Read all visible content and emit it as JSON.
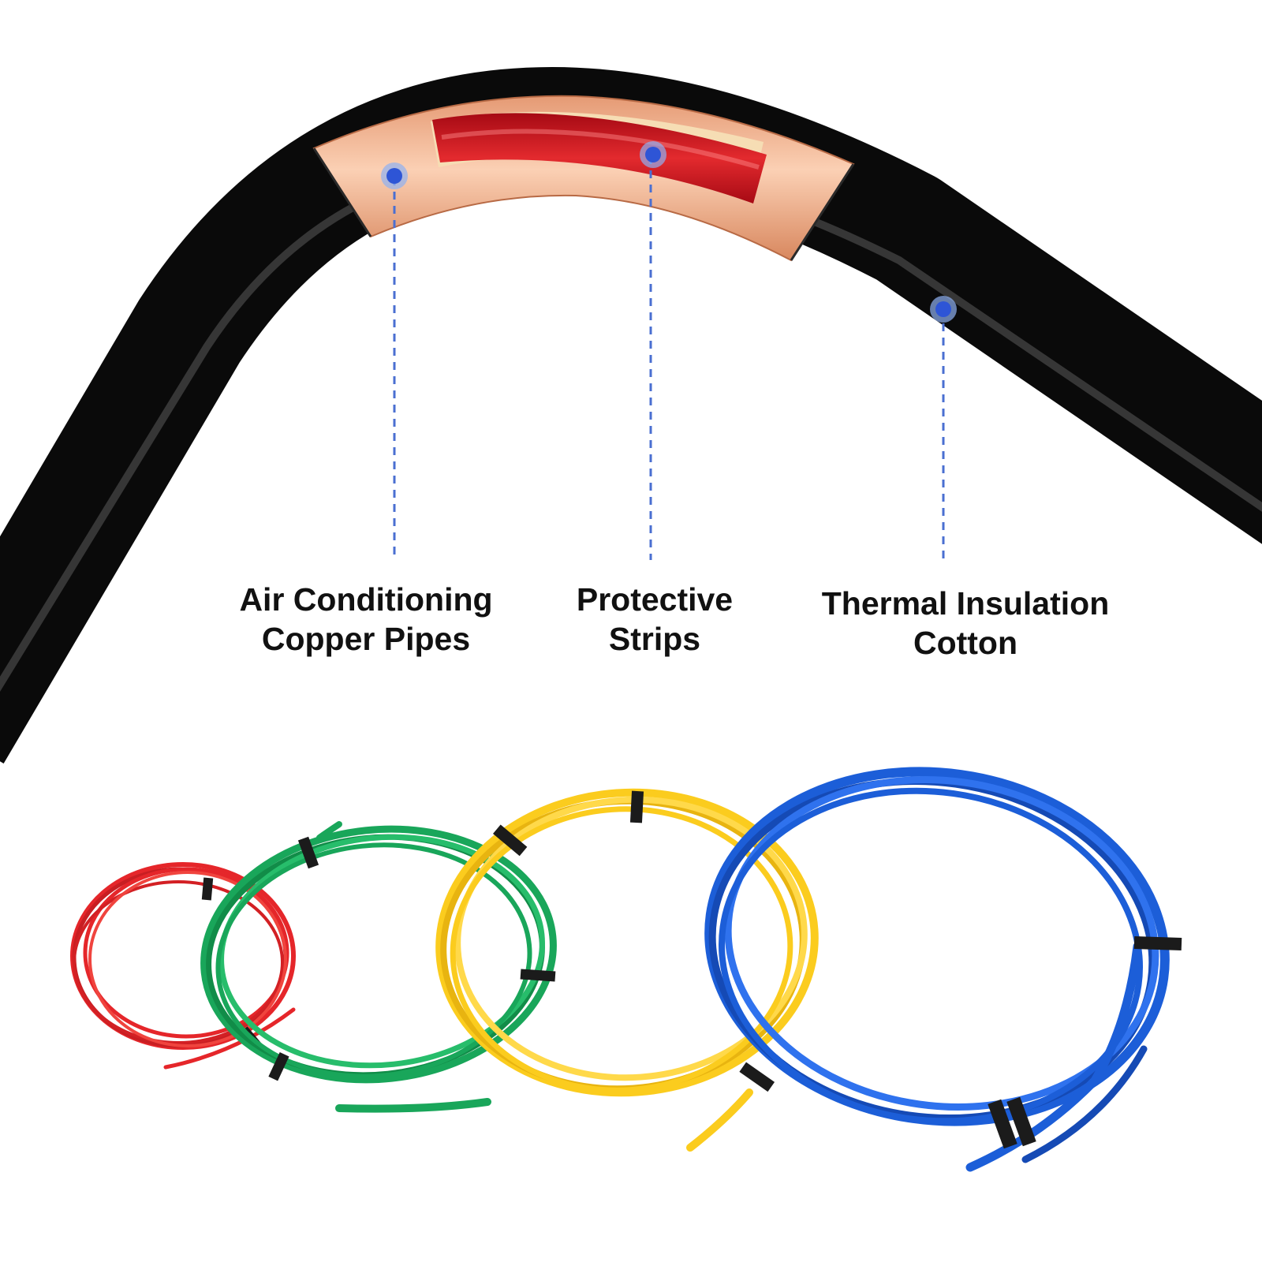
{
  "callouts": [
    {
      "id": "copper",
      "line1": "Air Conditioning",
      "line2": "Copper Pipes"
    },
    {
      "id": "strips",
      "line1": "Protective",
      "line2": "Strips"
    },
    {
      "id": "insulation",
      "line1": "Thermal Insulation",
      "line2": "Cotton"
    }
  ],
  "colors": {
    "insulation": "#0a0a0a",
    "copper": "#f1b08f",
    "protective_strip": "#c8101c",
    "callout_marker": "#2e55d6",
    "callout_line": "#4a6fd1",
    "coil_red": "#e5262a",
    "coil_green": "#19a65a",
    "coil_yellow": "#fbcc1e",
    "coil_blue": "#1c5ed8",
    "cable_tie": "#1b1b1b"
  }
}
